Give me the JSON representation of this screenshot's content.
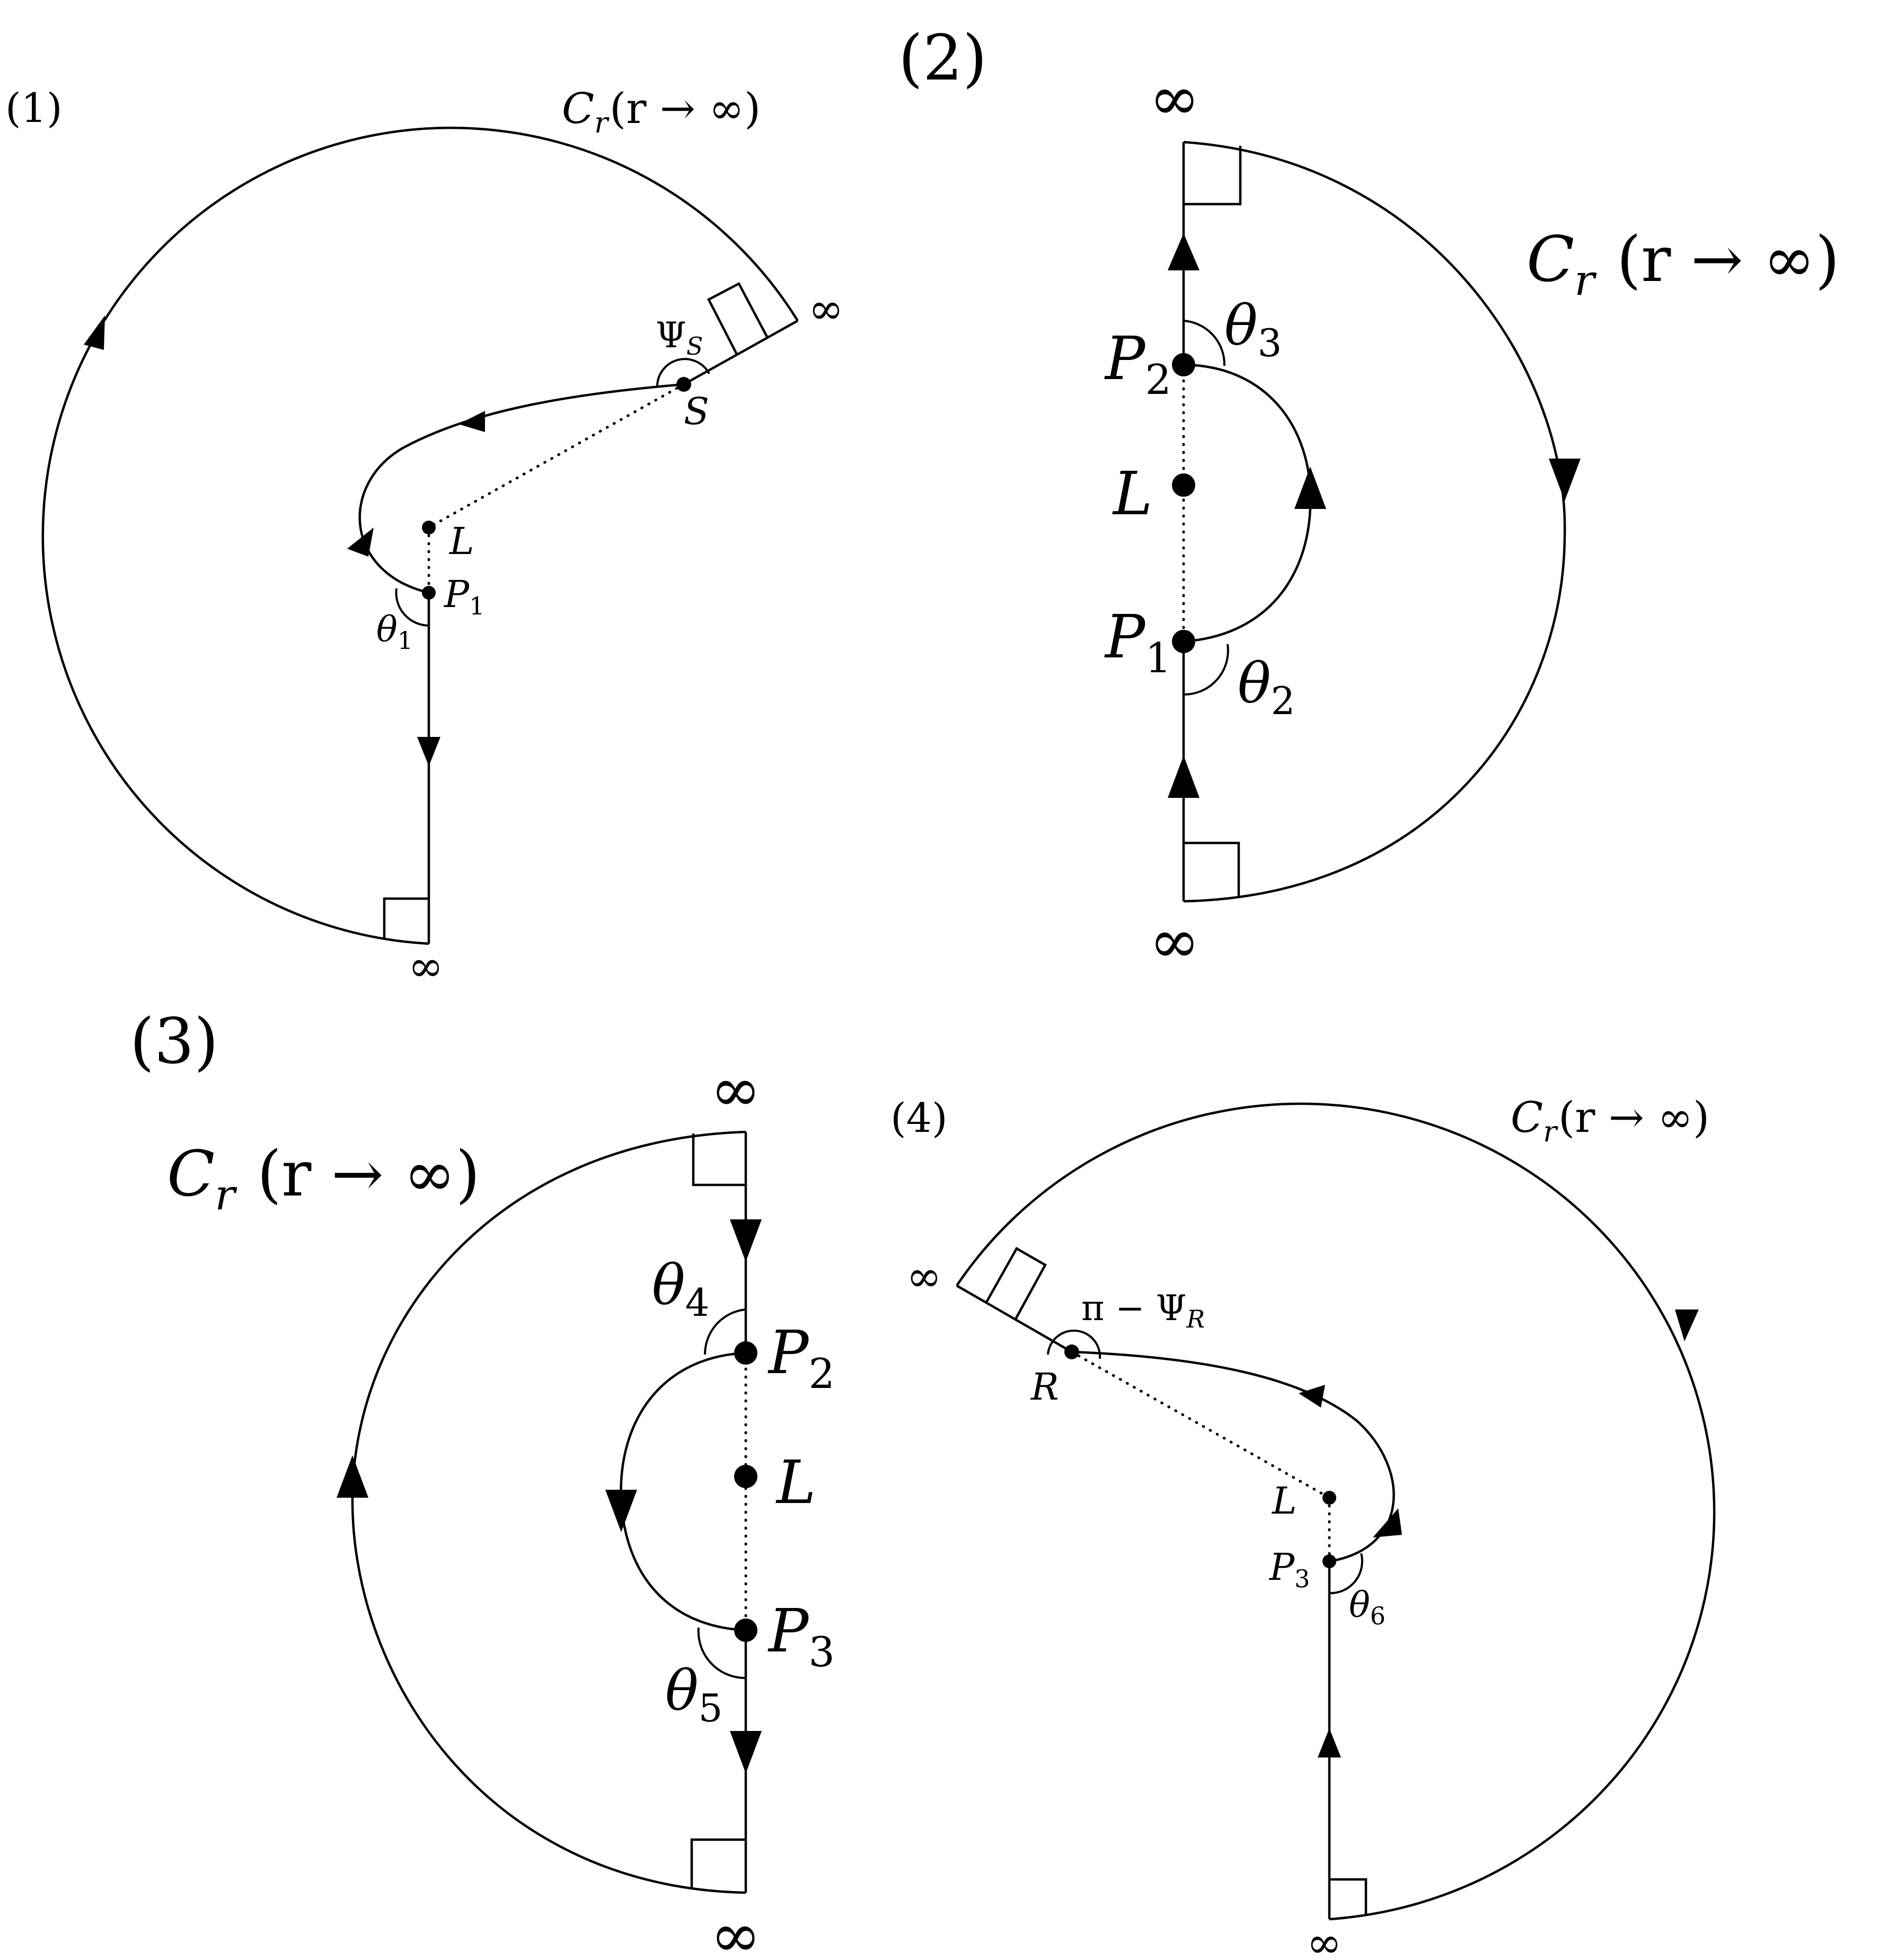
{
  "panels": [
    {
      "id": "1",
      "label": "(1)",
      "contour": {
        "name": "C",
        "subscript": "r",
        "limit": "(r → ∞)"
      },
      "infinity": "∞",
      "points": [
        {
          "name": "S",
          "subscript": ""
        },
        {
          "name": "L",
          "subscript": ""
        },
        {
          "name": "P",
          "subscript": "1"
        }
      ],
      "angles": [
        {
          "symbol": "Ψ",
          "subscript": "S"
        },
        {
          "symbol": "θ",
          "subscript": "1"
        }
      ]
    },
    {
      "id": "2",
      "label": "(2)",
      "contour": {
        "name": "C",
        "subscript": "r",
        "limit": "(r → ∞)"
      },
      "infinity": "∞",
      "points": [
        {
          "name": "P",
          "subscript": "2"
        },
        {
          "name": "L",
          "subscript": ""
        },
        {
          "name": "P",
          "subscript": "1"
        }
      ],
      "angles": [
        {
          "symbol": "θ",
          "subscript": "3"
        },
        {
          "symbol": "θ",
          "subscript": "2"
        }
      ]
    },
    {
      "id": "3",
      "label": "(3)",
      "contour": {
        "name": "C",
        "subscript": "r",
        "limit": "(r → ∞)"
      },
      "infinity": "∞",
      "points": [
        {
          "name": "P",
          "subscript": "2"
        },
        {
          "name": "L",
          "subscript": ""
        },
        {
          "name": "P",
          "subscript": "3"
        }
      ],
      "angles": [
        {
          "symbol": "θ",
          "subscript": "4"
        },
        {
          "symbol": "θ",
          "subscript": "5"
        }
      ]
    },
    {
      "id": "4",
      "label": "(4)",
      "contour": {
        "name": "C",
        "subscript": "r",
        "limit": "(r → ∞)"
      },
      "infinity": "∞",
      "points": [
        {
          "name": "R",
          "subscript": ""
        },
        {
          "name": "L",
          "subscript": ""
        },
        {
          "name": "P",
          "subscript": "3"
        }
      ],
      "angles": [
        {
          "symbol": "π − Ψ",
          "subscript": "R"
        },
        {
          "symbol": "θ",
          "subscript": "6"
        }
      ]
    }
  ]
}
